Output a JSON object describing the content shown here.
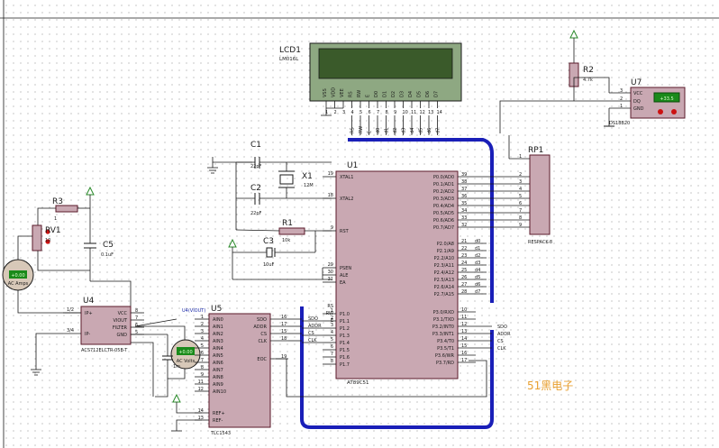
{
  "lcd": {
    "ref": "LCD1",
    "model": "LM016L",
    "pins": [
      "VSS",
      "VDD",
      "VEE",
      "RS",
      "RW",
      "E",
      "D0",
      "D1",
      "D2",
      "D3",
      "D4",
      "D5",
      "D6",
      "D7"
    ],
    "pin_numbers": [
      "1",
      "2",
      "3",
      "4",
      "5",
      "6",
      "7",
      "8",
      "9",
      "10",
      "11",
      "12",
      "13",
      "14"
    ],
    "net_labels": [
      "RS",
      "RW",
      "E",
      "d0",
      "d1",
      "d2",
      "d3",
      "d4",
      "d5",
      "d6",
      "d7"
    ]
  },
  "sensor": {
    "ref": "U7",
    "model": "DS18B20",
    "display": "+33.5",
    "pins": [
      "VCC",
      "DQ",
      "GND"
    ],
    "pin_numbers": [
      "3",
      "2",
      "1"
    ]
  },
  "r2": {
    "ref": "R2",
    "value": "4.7k"
  },
  "rp1": {
    "ref": "RP1",
    "model": "RESPACK-8",
    "pin_numbers": [
      "1",
      "2",
      "3",
      "4",
      "5",
      "6",
      "7",
      "8",
      "9"
    ]
  },
  "mcu": {
    "ref": "U1",
    "model": "AT89C51",
    "left_pins": [
      {
        "num": "19",
        "name": "XTAL1"
      },
      {
        "num": "18",
        "name": "XTAL2"
      },
      {
        "num": "9",
        "name": "RST"
      },
      {
        "num": "29",
        "name": "PSEN"
      },
      {
        "num": "30",
        "name": "ALE"
      },
      {
        "num": "31",
        "name": "EA"
      },
      {
        "num": "1",
        "name": "P1.0"
      },
      {
        "num": "2",
        "name": "P1.1"
      },
      {
        "num": "3",
        "name": "P1.2"
      },
      {
        "num": "4",
        "name": "P1.3"
      },
      {
        "num": "5",
        "name": "P1.4"
      },
      {
        "num": "6",
        "name": "P1.5"
      },
      {
        "num": "7",
        "name": "P1.6"
      },
      {
        "num": "8",
        "name": "P1.7"
      }
    ],
    "right_p0": [
      {
        "num": "39",
        "name": "P0.0/AD0"
      },
      {
        "num": "38",
        "name": "P0.1/AD1"
      },
      {
        "num": "37",
        "name": "P0.2/AD2"
      },
      {
        "num": "36",
        "name": "P0.3/AD3"
      },
      {
        "num": "35",
        "name": "P0.4/AD4"
      },
      {
        "num": "34",
        "name": "P0.5/AD5"
      },
      {
        "num": "33",
        "name": "P0.6/AD6"
      },
      {
        "num": "32",
        "name": "P0.7/AD7"
      }
    ],
    "right_p2": [
      {
        "num": "21",
        "name": "P2.0/A8",
        "net": "d0"
      },
      {
        "num": "22",
        "name": "P2.1/A9",
        "net": "d1"
      },
      {
        "num": "23",
        "name": "P2.2/A10",
        "net": "d2"
      },
      {
        "num": "24",
        "name": "P2.3/A11",
        "net": "d3"
      },
      {
        "num": "25",
        "name": "P2.4/A12",
        "net": "d4"
      },
      {
        "num": "26",
        "name": "P2.5/A13",
        "net": "d5"
      },
      {
        "num": "27",
        "name": "P2.6/A14",
        "net": "d6"
      },
      {
        "num": "28",
        "name": "P2.7/A15",
        "net": "d7"
      }
    ],
    "right_p3": [
      {
        "num": "10",
        "name": "P3.0/RXD"
      },
      {
        "num": "11",
        "name": "P3.1/TXD"
      },
      {
        "num": "12",
        "name": "P3.2/INT0"
      },
      {
        "num": "13",
        "name": "P3.3/INT1"
      },
      {
        "num": "14",
        "name": "P3.4/T0"
      },
      {
        "num": "15",
        "name": "P3.5/T1"
      },
      {
        "num": "16",
        "name": "P3.6/WR"
      },
      {
        "num": "17",
        "name": "P3.7/RD"
      }
    ],
    "left_nets": [
      "SDO",
      "ADDR",
      "CS",
      "CLK"
    ],
    "p1_extra": [
      "RS",
      "RW",
      "E"
    ]
  },
  "p3_nets": [
    "SDO",
    "ADDR",
    "CS",
    "CLK"
  ],
  "crystal": {
    "ref": "X1",
    "value": "12M"
  },
  "c1": {
    "ref": "C1",
    "value": "22pF"
  },
  "c2": {
    "ref": "C2",
    "value": "22pF"
  },
  "r1": {
    "ref": "R1",
    "value": "10k"
  },
  "c3": {
    "ref": "C3",
    "value": "10uF"
  },
  "r3": {
    "ref": "R3",
    "value": "1"
  },
  "rv1": {
    "ref": "RV1",
    "value": "10"
  },
  "c5": {
    "ref": "C5",
    "value": "0.1uF"
  },
  "u4": {
    "ref": "U4",
    "model": "ACS712ELCTR-05B-T",
    "left_pins": [
      {
        "num": "1/2",
        "name": "IP+"
      },
      {
        "num": "3/4",
        "name": "IP-"
      }
    ],
    "right_pins": [
      {
        "num": "8",
        "name": "VCC"
      },
      {
        "num": "7",
        "name": "VIOUT"
      },
      {
        "num": "6",
        "name": "FILTER"
      },
      {
        "num": "5",
        "name": "GND"
      }
    ]
  },
  "adc": {
    "ref": "U5",
    "model": "TLC1543",
    "left_pins": [
      {
        "num": "1",
        "name": "AIN0"
      },
      {
        "num": "2",
        "name": "AIN1"
      },
      {
        "num": "3",
        "name": "AIN2"
      },
      {
        "num": "4",
        "name": "AIN3"
      },
      {
        "num": "5",
        "name": "AIN4"
      },
      {
        "num": "6",
        "name": "AIN5"
      },
      {
        "num": "7",
        "name": "AIN6"
      },
      {
        "num": "8",
        "name": "AIN7"
      },
      {
        "num": "9",
        "name": "AIN8"
      },
      {
        "num": "11",
        "name": "AIN9"
      },
      {
        "num": "12",
        "name": "AIN10"
      },
      {
        "num": "14",
        "name": "REF+"
      },
      {
        "num": "13",
        "name": "REF-"
      }
    ],
    "right_pins": [
      {
        "num": "16",
        "name": "SDO"
      },
      {
        "num": "17",
        "name": "ADDR"
      },
      {
        "num": "15",
        "name": "CS"
      },
      {
        "num": "18",
        "name": "CLK"
      },
      {
        "num": "19",
        "name": "EOC"
      }
    ],
    "left_nets": [
      "SDO",
      "ADDR",
      "CS",
      "CLK"
    ]
  },
  "voltmeter": {
    "display": "+0.00",
    "unit": "AC Volts"
  },
  "ammeter": {
    "display": "+0.00",
    "unit": "AC Amps"
  },
  "probe_label": "U4(VIOUT)",
  "resistor_r": {
    "value": "1m"
  },
  "watermark": "51黑电子"
}
